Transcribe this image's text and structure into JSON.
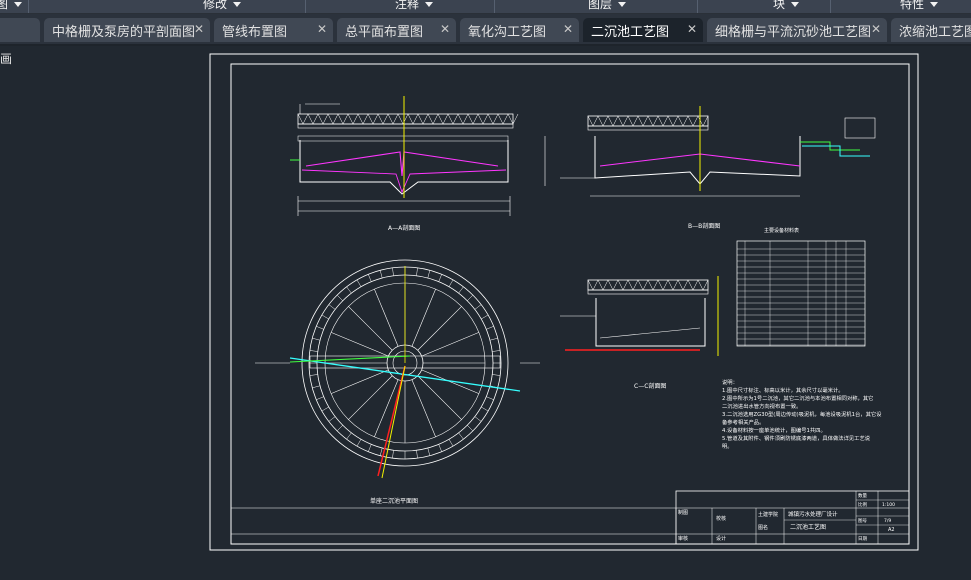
{
  "ribbon": {
    "panels": [
      {
        "id": "layer-left",
        "label": "图"
      },
      {
        "id": "modify",
        "label": "修改"
      },
      {
        "id": "annotation",
        "label": "注释"
      },
      {
        "id": "layers",
        "label": "图层"
      },
      {
        "id": "block",
        "label": "块"
      },
      {
        "id": "properties",
        "label": "特性"
      }
    ]
  },
  "tabs": [
    {
      "label": "中格栅及泵房的平剖面图",
      "active": false
    },
    {
      "label": "管线布置图",
      "active": false
    },
    {
      "label": "总平面布置图",
      "active": false
    },
    {
      "label": "氧化沟工艺图",
      "active": false
    },
    {
      "label": "二沉池工艺图",
      "active": true
    },
    {
      "label": "细格栅与平流沉砂池工艺图",
      "active": false
    },
    {
      "label": "浓缩池工艺图",
      "active": false
    }
  ],
  "tab_close_glyph": "✕",
  "viewport": {
    "corner_label": "画"
  },
  "drawing": {
    "views": {
      "section_aa": "A—A剖面图",
      "section_bb": "B—B剖面图",
      "section_cc": "C—C剖面图",
      "plan": "单座二沉池平面图"
    },
    "table_title": "主要设备材料表",
    "notes": [
      "说明：",
      "1.图中尺寸标注、标高以米计，其余尺寸以毫米计。",
      "2.图中所示为1号二沉池，其它二沉池与本池布置相同对称，其它",
      "  二沉池进出水管方向视布置一致。",
      "3.二沉池选用ZG30型(周边传动)吸泥机，每池设吸泥机1台，其它设",
      "  备参考相关产品。",
      "4.设备材料按一座单池统计，图编号1共四。",
      "5.管道及其附件、钢件须刷防锈底漆两道，具体做法详见工艺说",
      "  明。"
    ],
    "title_block": {
      "designer": "制图",
      "checker": "审核",
      "reviewer": "校核",
      "design": "设计",
      "project": "城镇污水处理厂设计",
      "drawing_name": "二沉池工艺图",
      "school": "土建学院",
      "scale_label": "比例",
      "scale": "1:100",
      "sheet_label": "图号",
      "sheet": "7/9",
      "size": "A2",
      "date_label": "日期",
      "map_label": "图名",
      "qty_label": "数量"
    }
  },
  "colors": {
    "ui_bar": "#3b4350",
    "tab": "#404854",
    "tab_active": "#1c232b",
    "canvas": "#212830",
    "line": "#ffffff",
    "yellow": "#f2f200",
    "magenta": "#ff36ff",
    "red": "#ff2020",
    "cyan": "#36ffff",
    "green": "#40ff40"
  }
}
